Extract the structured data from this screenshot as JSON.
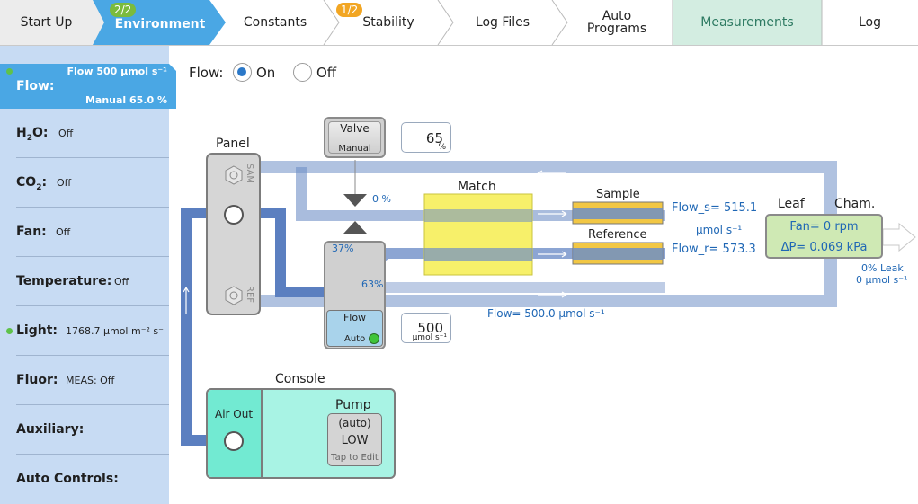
{
  "tabs": [
    {
      "label": "Start Up"
    },
    {
      "label": "Environment",
      "badge": "2/2"
    },
    {
      "label": "Constants"
    },
    {
      "label": "Stability",
      "badge": "1/2"
    },
    {
      "label": "Log Files"
    },
    {
      "label": "Auto Programs"
    },
    {
      "label": "Measurements"
    },
    {
      "label": "Log"
    }
  ],
  "sidebar": {
    "flow": {
      "label": "Flow:",
      "line1": "Flow 500 µmol s⁻¹",
      "line2": "Manual 65.0 %"
    },
    "items": [
      {
        "label_main": "H",
        "label_sub": "2",
        "label_tail": "O:",
        "value": "Off"
      },
      {
        "label_main": "CO",
        "label_sub": "2",
        "label_tail": ":",
        "value": "Off"
      },
      {
        "label": "Fan:",
        "value": "Off"
      },
      {
        "label": "Temperature:",
        "value": "Off"
      },
      {
        "label": "Light:",
        "value": "1768.7 µmol m⁻² s⁻"
      },
      {
        "label": "Fluor:",
        "value": "MEAS: Off"
      },
      {
        "label": "Auxiliary:",
        "value": ""
      },
      {
        "label": "Auto Controls:",
        "value": ""
      }
    ]
  },
  "flow_control": {
    "label": "Flow:",
    "on_label": "On",
    "off_label": "Off",
    "selected": "On"
  },
  "diagram": {
    "panel_label": "Panel",
    "sam_label": "SAM",
    "ref_label": "REF",
    "valve": {
      "title": "Valve",
      "mode": "Manual",
      "value": "65",
      "unit": "%"
    },
    "valve_pct": "0 %",
    "split_top": "37%",
    "split_bottom": "63%",
    "flow_box": {
      "title": "Flow",
      "mode": "Auto",
      "value": "500",
      "unit": "µmol s⁻¹"
    },
    "match_label": "Match",
    "sample_label": "Sample",
    "reference_label": "Reference",
    "flow_s": "Flow_s= 515.1",
    "flow_units": "µmol s⁻¹",
    "flow_r": "Flow_r= 573.3",
    "leaf_label": "Leaf",
    "cham_label": "Cham.",
    "fan": "Fan= 0 rpm",
    "dp": "ΔP= 0.069 kPa",
    "leak_pct": "0% Leak",
    "leak_flow": "0 µmol s⁻¹",
    "flow_total": "Flow= 500.0 µmol s⁻¹",
    "console_label": "Console",
    "pump_label": "Pump",
    "air_out": "Air Out",
    "pump_mode": "(auto)",
    "pump_level": "LOW",
    "pump_hint": "Tap to Edit"
  },
  "colors": {
    "tab_active": "#4aa7e4",
    "tab_measure": "#d3ede1",
    "sidebar": "#c7dbf3",
    "sidebar_active": "#4aa7e4",
    "pipe": "#6f8fc6",
    "match": "#f7f06a",
    "leaf": "#cfe9b4",
    "console": "#a8f3e4",
    "badge_green": "#7bbb3d",
    "badge_orange": "#f2a623",
    "text_blue": "#1f67b5"
  }
}
